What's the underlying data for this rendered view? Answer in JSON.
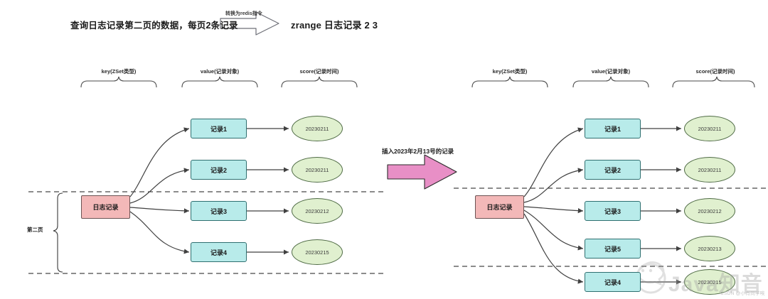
{
  "header": {
    "question": "查询日志记录第二页的数据，每页2条记录",
    "conversion_arrow_label": "转换为redis指令",
    "command": "zrange 日志记录 2 3"
  },
  "middle_arrow": {
    "label": "插入2023年2月13号的记录",
    "color": "#e88fc6"
  },
  "page_bracket": {
    "label": "第二页"
  },
  "colors": {
    "key_fill": "#f3b8b8",
    "key_stroke": "#6b5353",
    "value_fill": "#b8ebea",
    "value_stroke": "#2f6f70",
    "score_fill": "#e0f0cf",
    "score_stroke": "#4f6b45",
    "edge": "#404040",
    "dashed": "#1a1a1a"
  },
  "left_panel": {
    "columns": [
      {
        "label": "key(ZSet类型)"
      },
      {
        "label": "value(记录对象)"
      },
      {
        "label": "score(记录时间)"
      }
    ],
    "key_node": "日志记录",
    "rows": [
      {
        "value": "记录1",
        "score": "20230211"
      },
      {
        "value": "记录2",
        "score": "20230211"
      },
      {
        "value": "记录3",
        "score": "20230212"
      },
      {
        "value": "记录4",
        "score": "20230215"
      }
    ]
  },
  "right_panel": {
    "columns": [
      {
        "label": "key(ZSet类型)"
      },
      {
        "label": "value(记录对象)"
      },
      {
        "label": "score(记录时间)"
      }
    ],
    "key_node": "日志记录",
    "rows": [
      {
        "value": "记录1",
        "score": "20230211"
      },
      {
        "value": "记录2",
        "score": "20230211"
      },
      {
        "value": "记录3",
        "score": "20230212"
      },
      {
        "value": "记录5",
        "score": "20230213"
      },
      {
        "value": "记录4",
        "score": "20230215"
      }
    ]
  },
  "watermark": {
    "brand": "Java知音",
    "credit": "CSDN @小肖同学唉"
  }
}
